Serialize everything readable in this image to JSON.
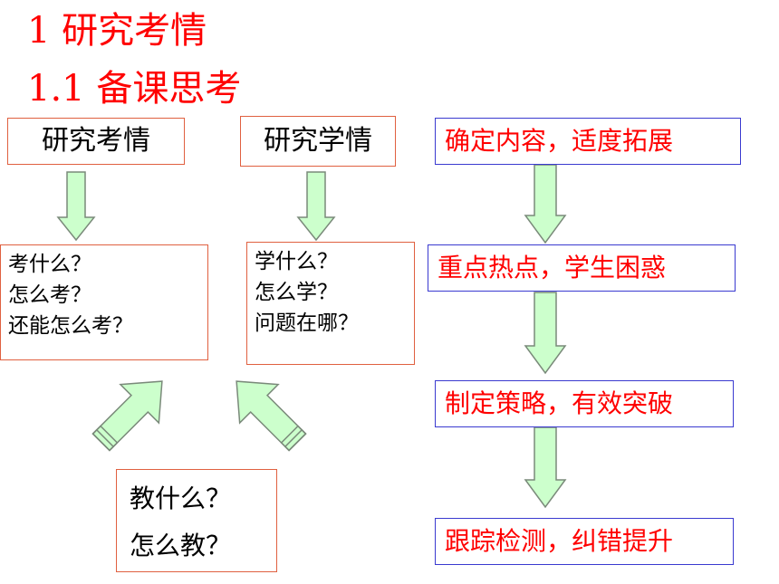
{
  "heading": "1  研究考情",
  "subheading": "1.1  备课思考",
  "left": {
    "exam_box": "研究考情",
    "learn_box": "研究学情",
    "exam_questions": [
      "考什么？",
      "怎么考？",
      "还能怎么考？"
    ],
    "learn_questions": [
      "学什么？",
      "怎么学？",
      "问题在哪？"
    ],
    "teach_questions": [
      "教什么？",
      "怎么教？"
    ]
  },
  "right_flow": [
    "确定内容，适度拓展",
    "重点热点，学生困惑",
    "制定策略，有效突破",
    "跟踪检测，纠错提升"
  ],
  "colors": {
    "title": "#ff0000",
    "arrow_fill": "#ccffcc",
    "arrow_stroke": "#7a8a7a",
    "red_border": "#e06040",
    "blue_border": "#3a3ad0"
  }
}
